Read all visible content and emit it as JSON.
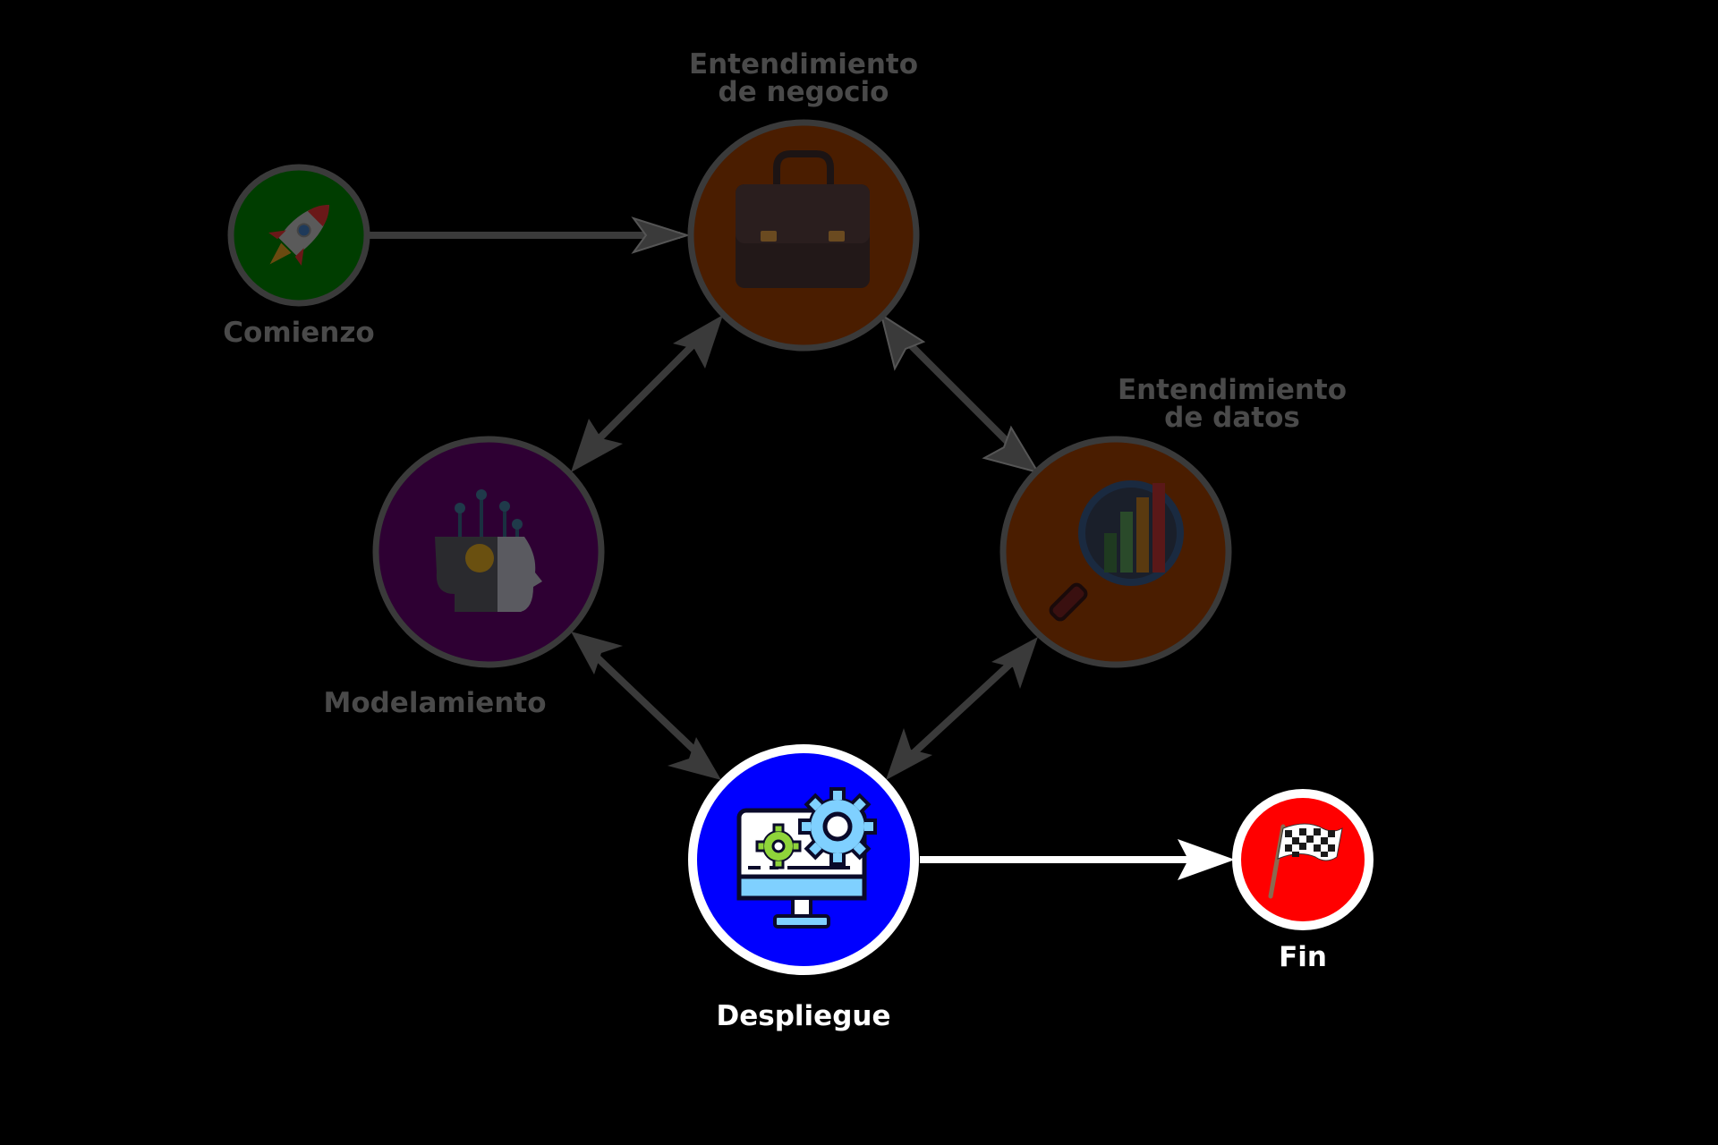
{
  "nodes": {
    "start": {
      "label": "Comienzo",
      "fill": "#003d00",
      "icon": "rocket-icon"
    },
    "business": {
      "label_line1": "Entendimiento",
      "label_line2": "de negocio",
      "fill": "#4a1d00",
      "icon": "briefcase-icon"
    },
    "data": {
      "label_line1": "Entendimiento",
      "label_line2": "de datos",
      "fill": "#4a1d00",
      "icon": "magnifier-chart-icon"
    },
    "modeling": {
      "label": "Modelamiento",
      "fill": "#2e0033",
      "icon": "ai-head-icon"
    },
    "deploy": {
      "label": "Despliegue",
      "fill": "#0000ff",
      "icon": "monitor-gears-icon"
    },
    "end": {
      "label": "Fin",
      "fill": "#ff0000",
      "icon": "checkered-flag-icon"
    }
  },
  "colors": {
    "inactive_stroke": "#3a3a3a",
    "active_stroke": "#ffffff",
    "inactive_text": "#4a4a4a",
    "active_text": "#ffffff"
  }
}
